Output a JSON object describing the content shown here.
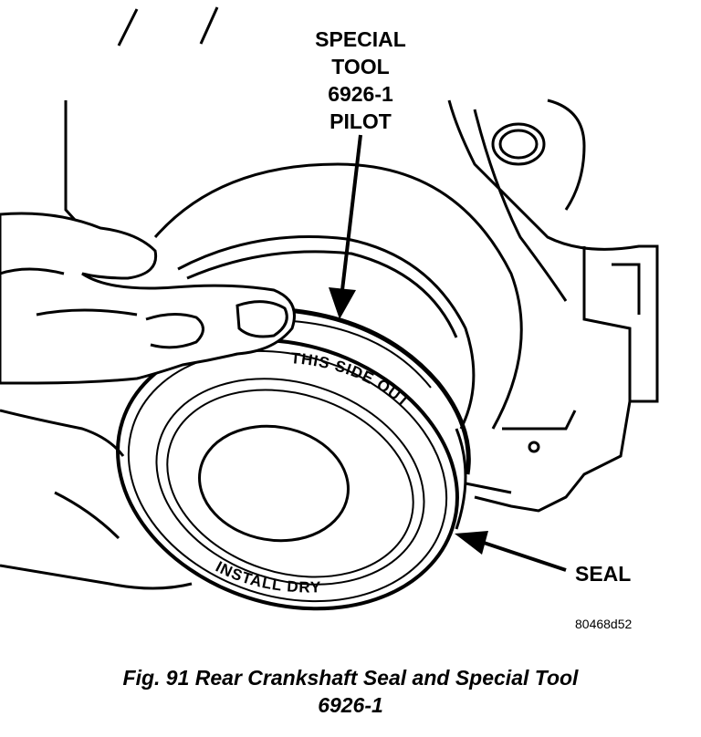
{
  "labels": {
    "special_tool": [
      "SPECIAL",
      "TOOL",
      "6926-1",
      "PILOT"
    ],
    "seal": "SEAL",
    "ring_outer_text": "THIS SIDE OUT",
    "ring_lower_text": "INSTALL DRY",
    "image_code": "80468d52"
  },
  "caption": {
    "line1": "Fig. 91 Rear Crankshaft Seal and Special Tool",
    "line2": "6926-1"
  }
}
